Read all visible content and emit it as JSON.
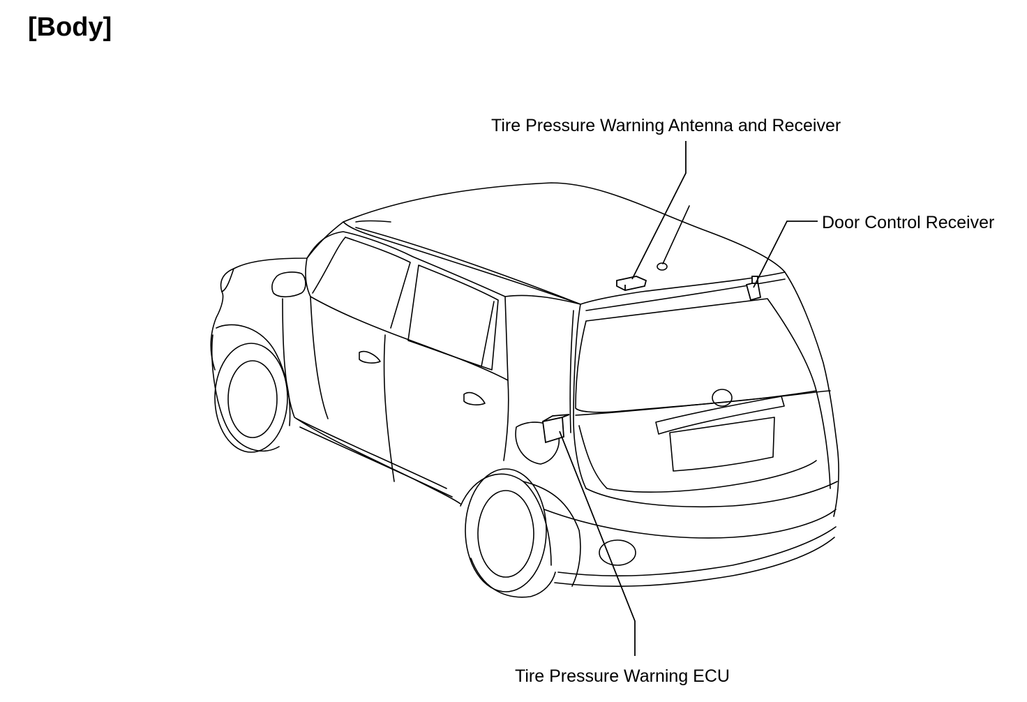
{
  "title": "[Body]",
  "illustration": "car-rear-three-quarter-view",
  "callouts": {
    "antenna_receiver": "Tire Pressure Warning Antenna and Receiver",
    "door_control_receiver": "Door Control Receiver",
    "ecu": "Tire Pressure Warning ECU"
  }
}
